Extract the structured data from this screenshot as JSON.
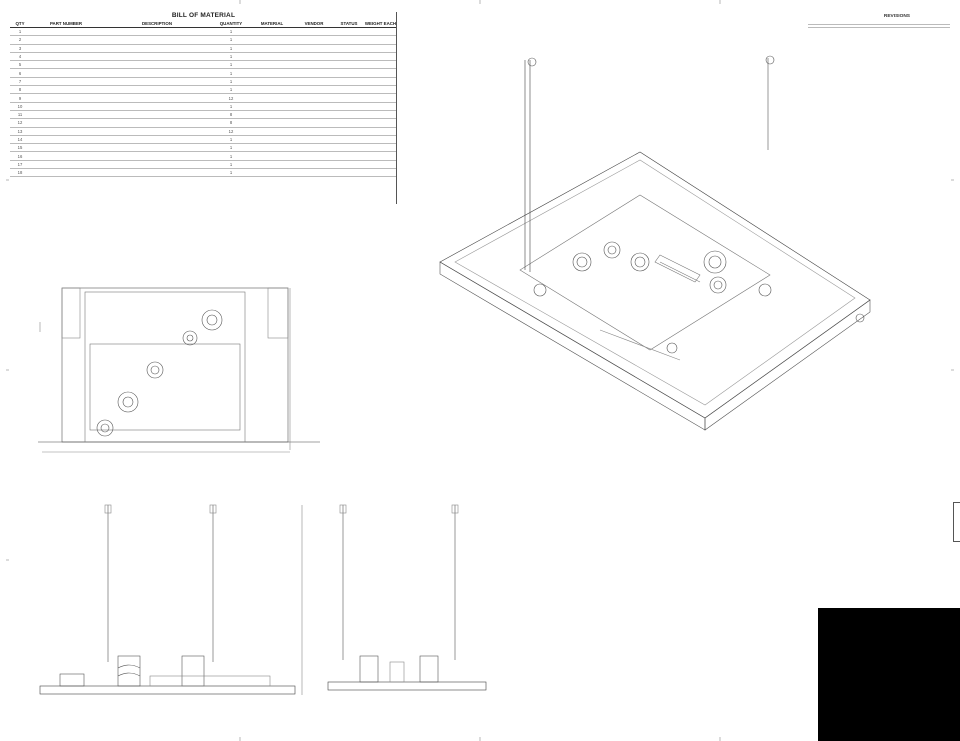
{
  "bom": {
    "title": "BILL OF MATERIAL",
    "columns": [
      "QTY",
      "PART NUMBER",
      "DESCRIPTION",
      "QUANTITY",
      "MATERIAL",
      "VENDOR",
      "STATUS",
      "WEIGHT EACH"
    ],
    "rows": [
      [
        "1",
        "",
        "",
        "1",
        "",
        "",
        "",
        ""
      ],
      [
        "2",
        "",
        "",
        "1",
        "",
        "",
        "",
        ""
      ],
      [
        "3",
        "",
        "",
        "1",
        "",
        "",
        "",
        ""
      ],
      [
        "4",
        "",
        "",
        "1",
        "",
        "",
        "",
        ""
      ],
      [
        "5",
        "",
        "",
        "1",
        "",
        "",
        "",
        ""
      ],
      [
        "6",
        "",
        "",
        "1",
        "",
        "",
        "",
        ""
      ],
      [
        "7",
        "",
        "",
        "1",
        "",
        "",
        "",
        ""
      ],
      [
        "8",
        "",
        "",
        "1",
        "",
        "",
        "",
        ""
      ],
      [
        "9",
        "",
        "",
        "12",
        "",
        "",
        "",
        ""
      ],
      [
        "10",
        "",
        "",
        "1",
        "",
        "",
        "",
        ""
      ],
      [
        "11",
        "",
        "",
        "8",
        "",
        "",
        "",
        ""
      ],
      [
        "12",
        "",
        "",
        "8",
        "",
        "",
        "",
        ""
      ],
      [
        "13",
        "",
        "",
        "12",
        "",
        "",
        "",
        ""
      ],
      [
        "14",
        "",
        "",
        "1",
        "",
        "",
        "",
        ""
      ],
      [
        "15",
        "",
        "",
        "1",
        "",
        "",
        "",
        ""
      ],
      [
        "16",
        "",
        "",
        "1",
        "",
        "",
        "",
        ""
      ],
      [
        "17",
        "",
        "",
        "1",
        "",
        "",
        "",
        ""
      ],
      [
        "18",
        "",
        "",
        "1",
        "",
        "",
        "",
        ""
      ]
    ]
  },
  "revisions": {
    "title": "REVISIONS",
    "rows": [
      [
        "",
        "",
        "",
        ""
      ],
      [
        "",
        "",
        "",
        ""
      ]
    ]
  },
  "notes": {
    "lines": [
      "",
      "",
      "",
      "",
      "",
      "",
      ""
    ]
  },
  "side_tab": ""
}
